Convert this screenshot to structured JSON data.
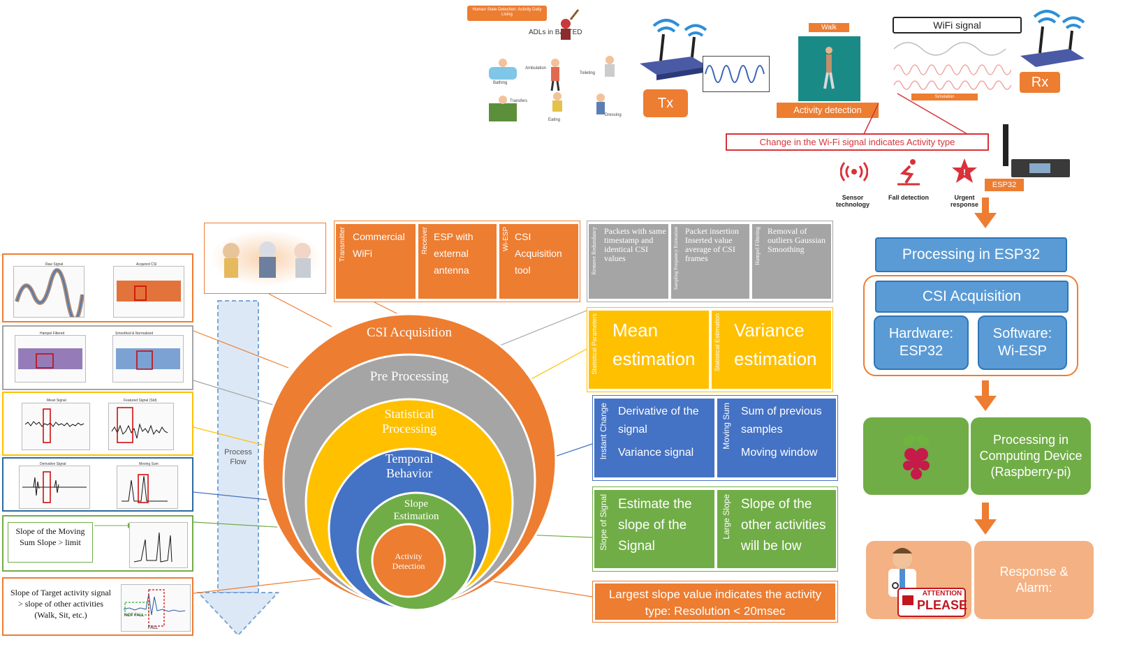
{
  "top": {
    "adl_badge": "Human State Detection: Activity Daily Living",
    "adl_title": "ADLs in BATTED",
    "adl_items": [
      "Bathing",
      "Ambulation",
      "Toileting",
      "Transfers",
      "Eating",
      "Dressing"
    ],
    "tx_label": "Tx",
    "rx_label": "Rx",
    "walk_label": "Walk",
    "activity_detection": "Activity detection",
    "wifi_signal": "WiFi signal",
    "simulation": "Simulation",
    "change_note": "Change in the Wi-Fi signal indicates Activity type",
    "esp32_label": "ESP32",
    "icons": [
      {
        "icon": "sensor-icon",
        "label": "Sensor technology"
      },
      {
        "icon": "fall-icon",
        "label": "Fall detection"
      },
      {
        "icon": "urgent-icon",
        "label": "Urgent response"
      }
    ]
  },
  "rows": {
    "acq": [
      {
        "side": "Transmitter",
        "text": "Commercial WiFi"
      },
      {
        "side": "Receiver",
        "text": "ESP with external antenna"
      },
      {
        "side": "Wi-ESP",
        "text": "CSI Acquisition tool"
      }
    ],
    "pre": [
      {
        "side": "Remove Redundancy",
        "text": "Packets with same timestamp and identical CSI values"
      },
      {
        "side": "Sampling Frequency Estimation",
        "text": "Packet insertion Inserted value average of CSI frames"
      },
      {
        "side": "Hampel Filtering",
        "text": "Removal of outliers Gaussian Smoothing"
      }
    ],
    "stat": [
      {
        "side": "Statistical Parameters",
        "text": "Mean estimation"
      },
      {
        "side": "Statistical Estimation",
        "text": "Variance estimation"
      }
    ],
    "temp": [
      {
        "side": "Instant Change",
        "line1": "Derivative of the signal",
        "line2": "Variance signal"
      },
      {
        "side": "Moving Sum",
        "line1": "Sum of previous samples",
        "line2": "Moving window"
      }
    ],
    "slope": [
      {
        "side": "Slope of Signal",
        "text": "Estimate the slope of the Signal"
      },
      {
        "side": "Large Slope",
        "text": "Slope of the other activities will be low"
      }
    ],
    "detect": "Largest slope value indicates the activity type: Resolution < 20msec"
  },
  "circles": {
    "c1": "CSI Acquisition",
    "c2": "Pre Processing",
    "c3": "Statistical Processing",
    "c4": "Temporal Behavior",
    "c5": "Slope Estimation",
    "c6": "Activity Detection"
  },
  "process_flow": "Process Flow",
  "left": {
    "p1": [
      "Raw Signal",
      "Acquired CSI"
    ],
    "p2": [
      "Hampel Filtered",
      "Smoothed & Normalized"
    ],
    "p3": [
      "Mean Signal",
      "Featured Signal (Std)"
    ],
    "p4": [
      "Derivative Signal",
      "Moving Sum"
    ],
    "p5_text": "Slope of the Moving Sum Slope > limit",
    "p6_text": "Slope of Target activity signal > slope of other activities (Walk, Sit, etc.)",
    "p6_notfall": "NOT FALL",
    "p6_fall": "FALL"
  },
  "right": {
    "processing": "Processing in ESP32",
    "csi": "CSI Acquisition",
    "hardware": "Hardware: ESP32",
    "software": "Software: Wi-ESP",
    "computing": "Processing in Computing Device (Raspberry-pi)",
    "response": "Response & Alarm:",
    "attention1": "ATTENTION",
    "attention2": "PLEASE"
  },
  "colors": {
    "orange": "#ed7d31",
    "gray": "#a5a5a5",
    "yellow": "#ffc000",
    "blue": "#4472c4",
    "green": "#70ad47",
    "light_orange": "#f4b183",
    "right_blue": "#5b9bd5",
    "teal": "#1a8a87"
  }
}
